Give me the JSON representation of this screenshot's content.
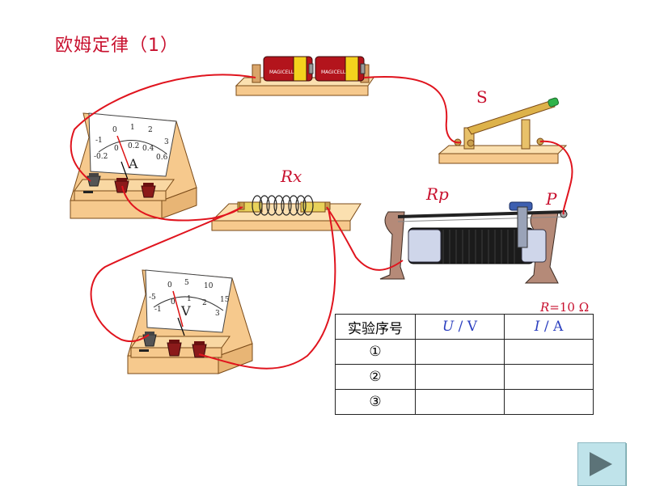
{
  "title": "欧姆定律（1）",
  "labels": {
    "switch": "S",
    "resistor": "Rx",
    "rheostat": "Rp",
    "slider": "P"
  },
  "battery_brand": "MAGICELL",
  "ammeter": {
    "unit": "A",
    "scale_top": [
      "-1",
      "0",
      "1",
      "2",
      "3"
    ],
    "scale_bottom": [
      "-0.2",
      "0",
      "0.2",
      "0.4",
      "0.6"
    ]
  },
  "voltmeter": {
    "unit": "V",
    "scale_top": [
      "-5",
      "0",
      "5",
      "10",
      "15"
    ],
    "scale_bottom": [
      "-1",
      "0",
      "1",
      "2",
      "3"
    ]
  },
  "resistance_note": {
    "symbol": "R",
    "value": "=10 Ω"
  },
  "table": {
    "headers": {
      "col1": "实验序号",
      "col2_qty": "U",
      "col2_sep": " / ",
      "col2_unit": "V",
      "col3_qty": "I",
      "col3_sep": " / ",
      "col3_unit": "A"
    },
    "rows": [
      {
        "index": "①",
        "u": "",
        "i": ""
      },
      {
        "index": "②",
        "u": "",
        "i": ""
      },
      {
        "index": "③",
        "u": "",
        "i": ""
      }
    ]
  },
  "colors": {
    "wire": "#e0141e",
    "base": "#f6c98d",
    "base_edge": "#7a4a18",
    "title": "#c8102e"
  },
  "nav": {
    "next_icon": "play-triangle-icon"
  }
}
